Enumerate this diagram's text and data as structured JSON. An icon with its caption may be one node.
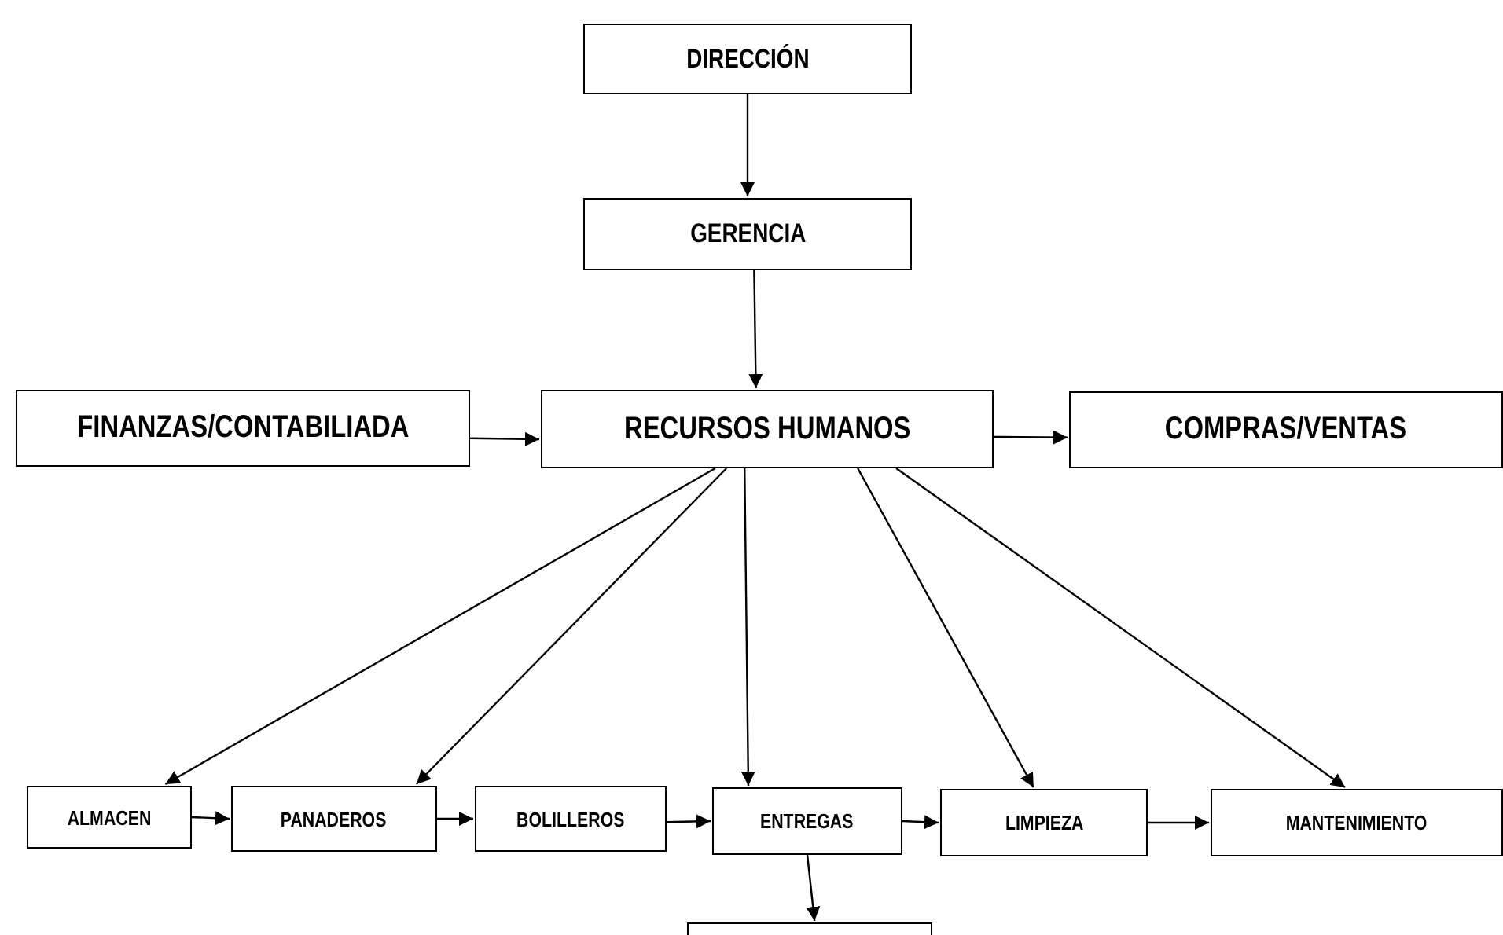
{
  "diagram": {
    "nodes": [
      {
        "text": [
          "DIRECCIÓN"
        ]
      },
      {
        "text": [
          "GERENCIA"
        ]
      },
      {
        "text": [
          "FINANZAS/CONTABILIADA"
        ]
      },
      {
        "text": [
          "RECURSOS HUMANOS"
        ]
      },
      {
        "text": [
          "COMPRAS/VENTAS"
        ]
      },
      {
        "text": [
          "ALMACEN"
        ]
      },
      {
        "text": [
          "PANADEROS"
        ]
      },
      {
        "text": [
          "BOLILLEROS"
        ]
      },
      {
        "text": [
          "ENTREGAS"
        ]
      },
      {
        "text": [
          "LIMPIEZA"
        ]
      },
      {
        "text": [
          "MANTENIMIENTO"
        ]
      },
      {
        "text": [],
        "shape": "box"
      }
    ],
    "edges": [
      {
        "from": 0,
        "to": 1,
        "arrow": "to"
      },
      {
        "from": 1,
        "to": 3,
        "arrow": "to"
      },
      {
        "from": 2,
        "to": 3,
        "arrow": "to"
      },
      {
        "from": 3,
        "to": 4,
        "arrow": "to"
      },
      {
        "from": 3,
        "to": 5,
        "arrow": "to"
      },
      {
        "from": 3,
        "to": 6,
        "arrow": "to"
      },
      {
        "from": 3,
        "to": 8,
        "arrow": "to"
      },
      {
        "from": 3,
        "to": 9,
        "arrow": "to"
      },
      {
        "from": 3,
        "to": 10,
        "arrow": "to"
      },
      {
        "from": 5,
        "to": 6,
        "arrow": "to"
      },
      {
        "from": 6,
        "to": 7,
        "arrow": "to"
      },
      {
        "from": 7,
        "to": 8,
        "arrow": "to"
      },
      {
        "from": 8,
        "to": 9,
        "arrow": "to"
      },
      {
        "from": 9,
        "to": 10,
        "arrow": "to"
      },
      {
        "from": 8,
        "to": 11,
        "arrow": "to"
      }
    ]
  }
}
